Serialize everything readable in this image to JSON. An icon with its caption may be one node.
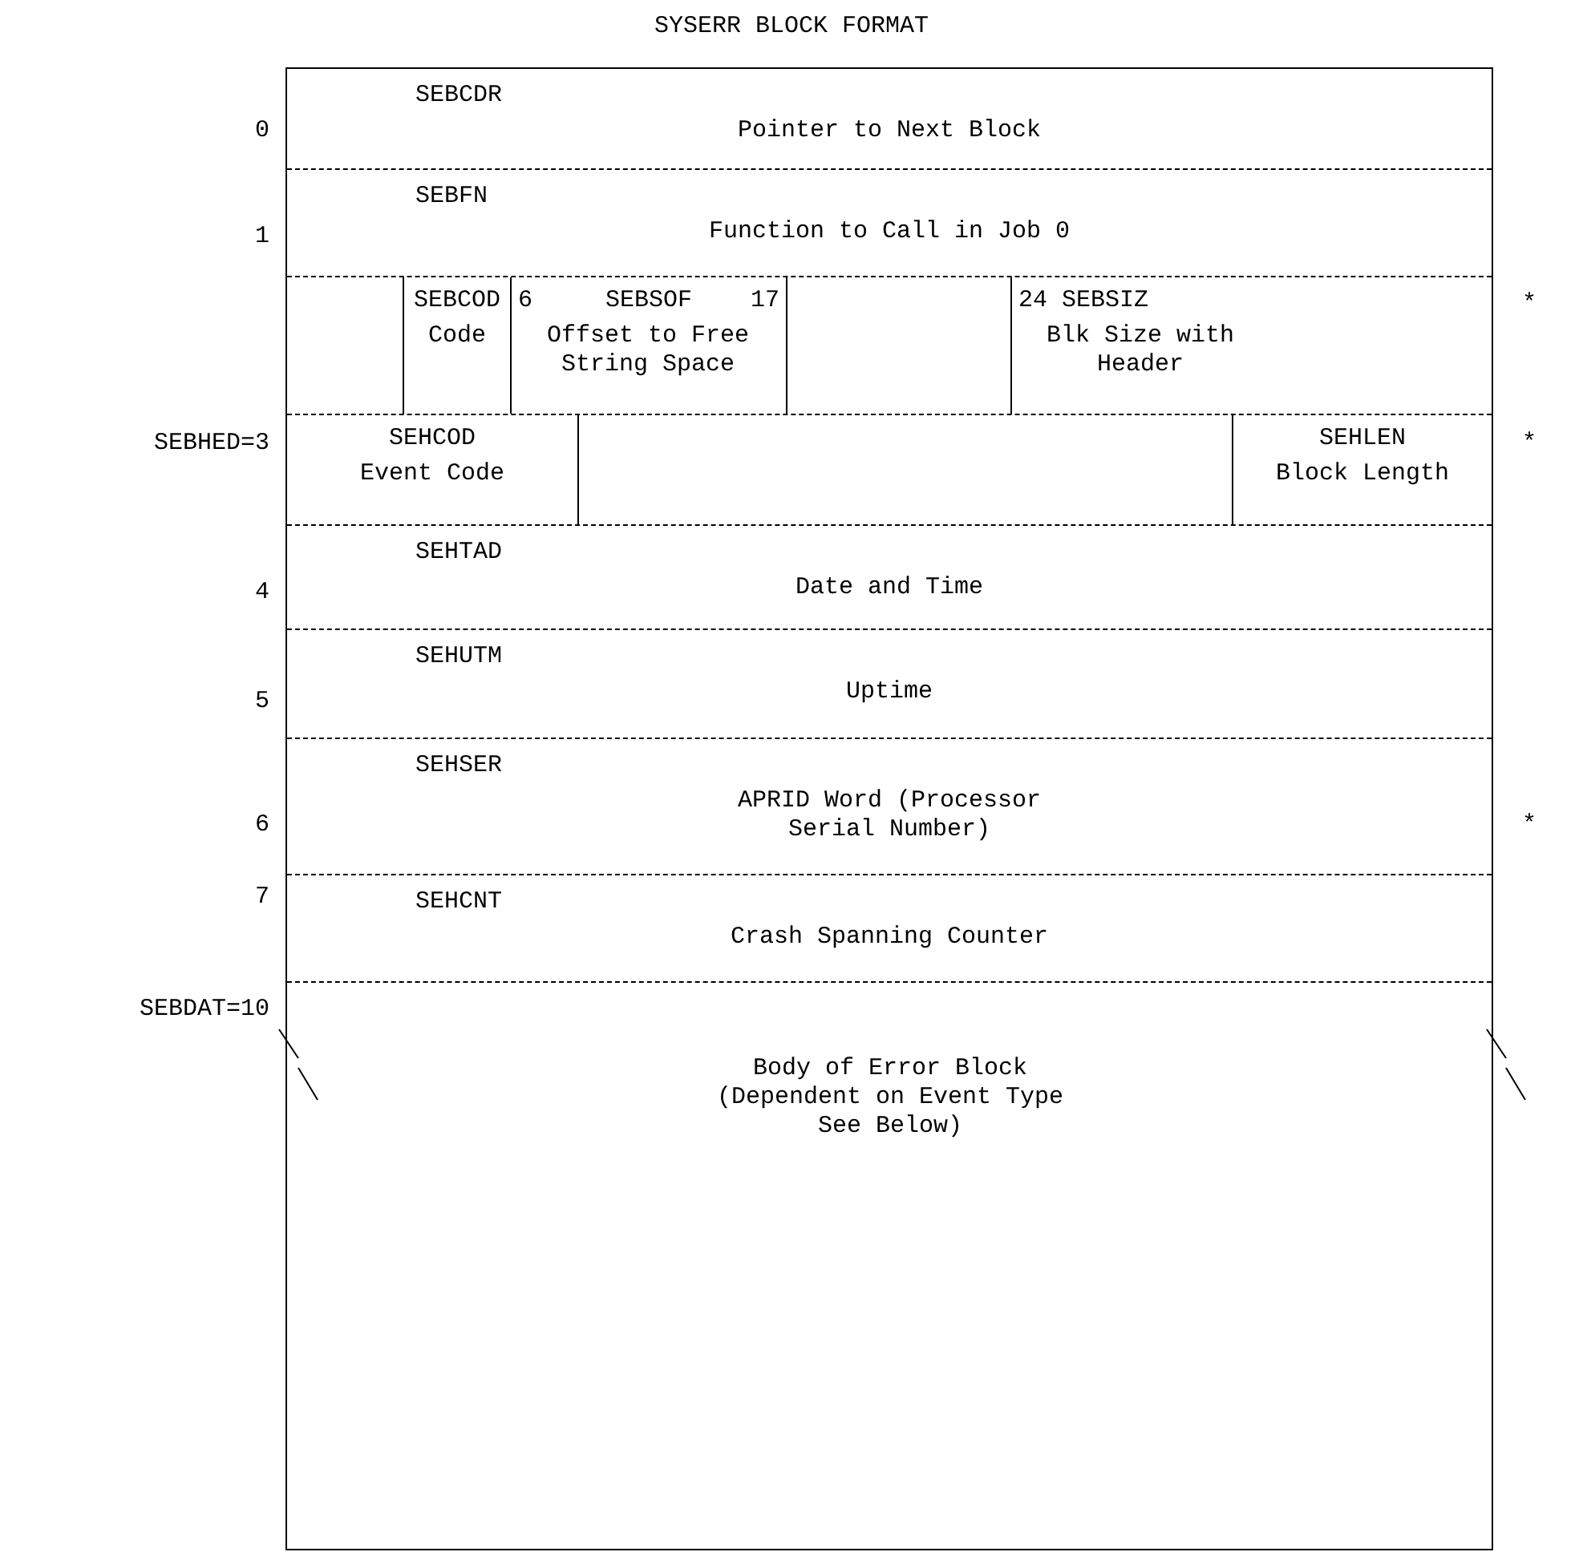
{
  "diagram": {
    "title": "SYSERR BLOCK FORMAT",
    "nodes": [
      {
        "text": [],
        "shape": "box"
      },
      {
        "text": [
          "SEBCDR",
          "Pointer to Next Block"
        ],
        "beside": [
          "0"
        ],
        "in": 0
      },
      {
        "text": [
          "SEBFN",
          "Function to Call in Job 0"
        ],
        "beside": [
          "1"
        ],
        "in": 0
      },
      {
        "text": [],
        "shape": "box",
        "beside": [
          "*"
        ],
        "in": 0
      },
      {
        "text": [
          "SEBCOD",
          "Code"
        ],
        "in": 3
      },
      {
        "text": [
          "6",
          "SEBSOF",
          "17",
          "Offset to Free String Space"
        ],
        "in": 3
      },
      {
        "text": [],
        "shape": "box",
        "in": 3
      },
      {
        "text": [
          "24",
          "SEBSIZ",
          "Blk Size with Header"
        ],
        "in": 3
      },
      {
        "text": [],
        "shape": "box",
        "beside": [
          "SEBHED=3",
          "*"
        ],
        "in": 0
      },
      {
        "text": [
          "SEHCOD",
          "Event Code"
        ],
        "in": 8
      },
      {
        "text": [],
        "shape": "box",
        "in": 8
      },
      {
        "text": [
          "SEHLEN",
          "Block Length"
        ],
        "in": 8
      },
      {
        "text": [
          "SEHTAD",
          "Date and Time"
        ],
        "beside": [
          "4"
        ],
        "in": 0
      },
      {
        "text": [
          "SEHUTM",
          "Uptime"
        ],
        "beside": [
          "5"
        ],
        "in": 0
      },
      {
        "text": [
          "SEHSER",
          "APRID Word (Processor Serial Number)"
        ],
        "beside": [
          "6",
          "*"
        ],
        "in": 0
      },
      {
        "text": [
          "SEHCNT",
          "Crash Spanning Counter"
        ],
        "beside": [
          "7"
        ],
        "in": 0
      },
      {
        "text": [
          "Body of Error Block (Dependent on Event Type See Below)"
        ],
        "in": 0
      }
    ],
    "labels": [
      "SEBDAT=10"
    ],
    "edges": []
  }
}
